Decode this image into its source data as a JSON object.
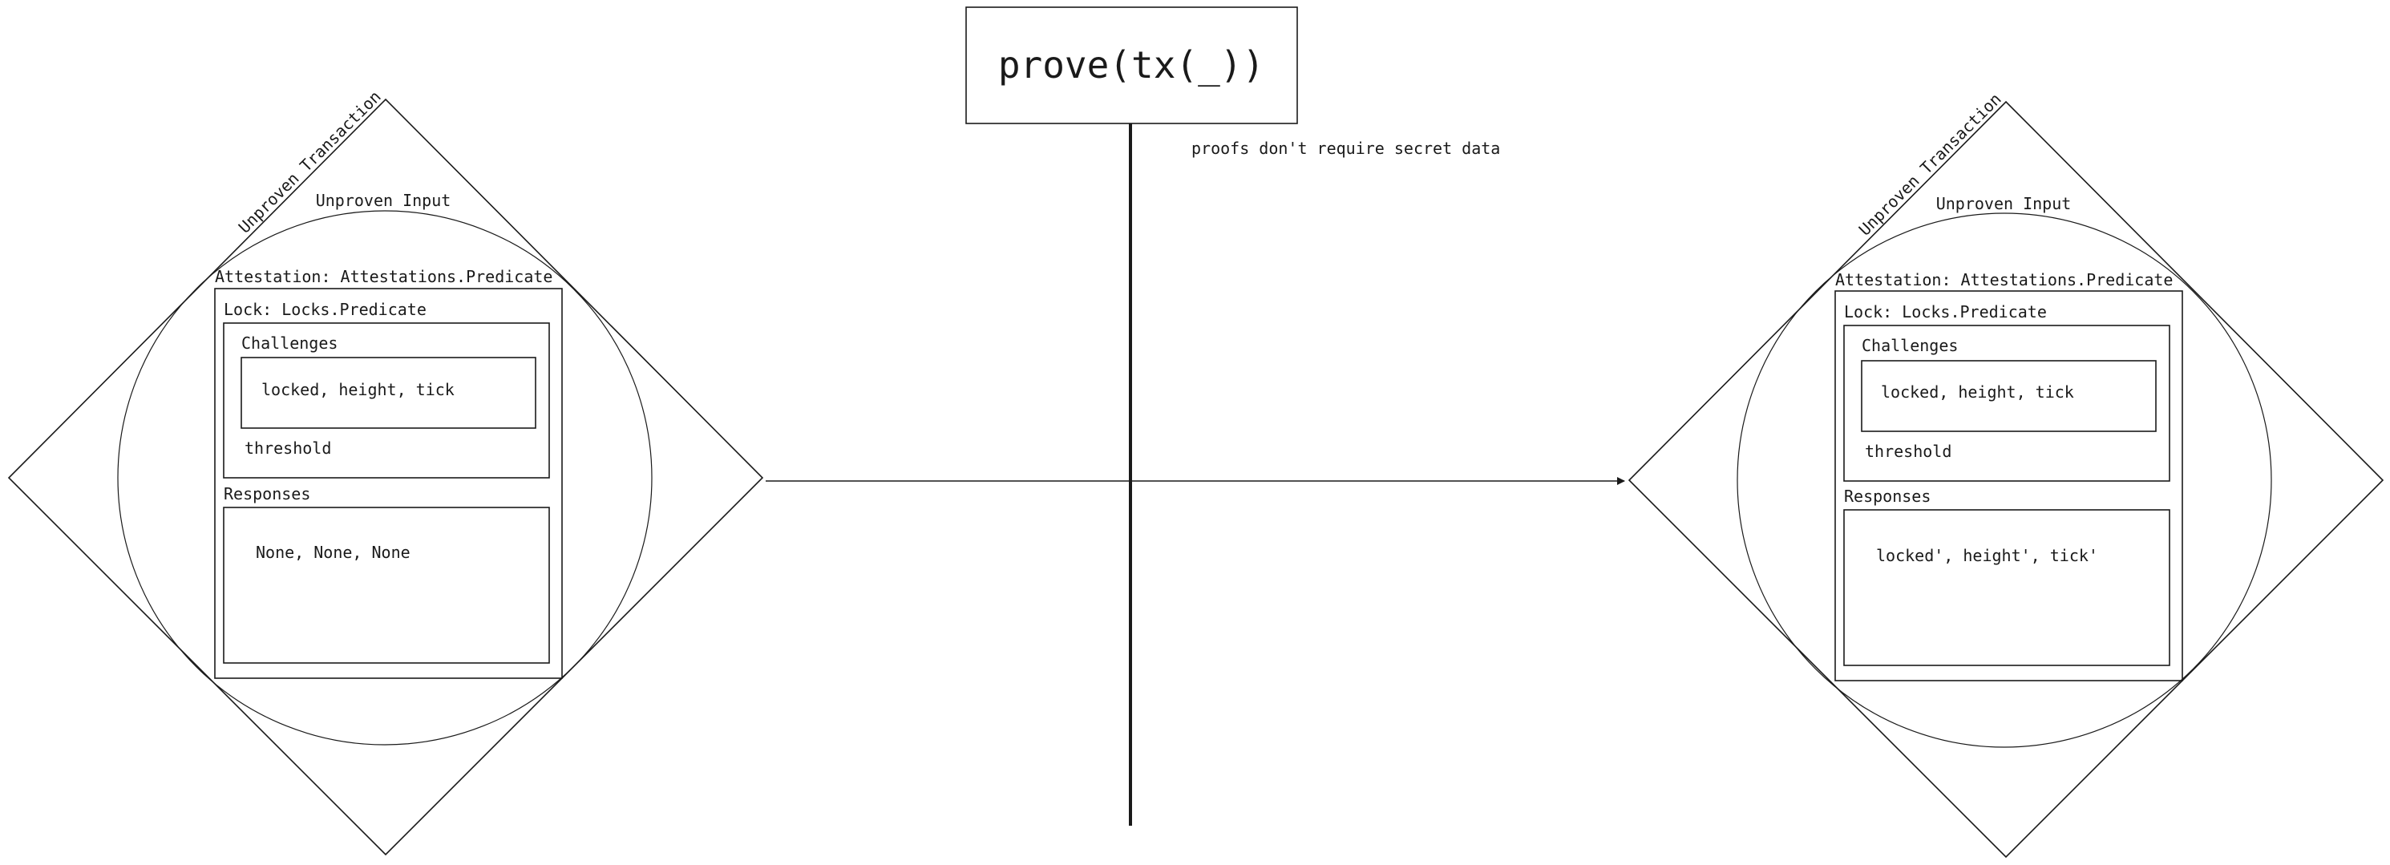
{
  "center": {
    "function_label": "prove(tx(_))",
    "note": "proofs don't require secret data"
  },
  "left": {
    "transaction_label": "Unproven Transaction",
    "input_label": "Unproven Input",
    "attestation_label": "Attestation: Attestations.Predicate",
    "lock_label": "Lock: Locks.Predicate",
    "challenges_label": "Challenges",
    "challenges_values": "locked, height, tick",
    "threshold_label": "threshold",
    "responses_label": "Responses",
    "responses_values": "None, None, None"
  },
  "right": {
    "transaction_label": "Unproven Transaction",
    "input_label": "Unproven Input",
    "attestation_label": "Attestation: Attestations.Predicate",
    "lock_label": "Lock: Locks.Predicate",
    "challenges_label": "Challenges",
    "challenges_values": "locked, height, tick",
    "threshold_label": "threshold",
    "responses_label": "Responses",
    "responses_values": "locked', height', tick'"
  }
}
